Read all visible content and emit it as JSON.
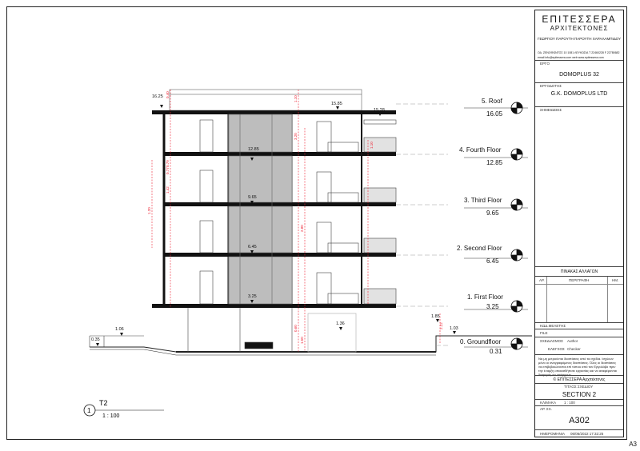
{
  "firm": {
    "name_line1": "ΕΠΙΤΕΣΣΕΡΑ",
    "name_line2": "ΑΡΧΙΤΕΚΤΟΝΕΣ",
    "partners": "ΓΕΩΡΓΙΟΥ ΠΑΡΟΥΤΗ ΠΑΡΟΥΤΗ ΧΑΡΑΛΑΜΠΙΔΟΥ",
    "address": "ΟΔ. ΖΕΝΟΦΩΝΤΟΣ 10 1081 ΛΕΥΚΩΣΙΑ   T 22460228   F 22780682",
    "contact": "email  info@epitessera.com        web   www.epitessera.com"
  },
  "title_block": {
    "project_label": "ΕΡΓΟ",
    "project": "DOMOPLUS 32",
    "client_label": "ΕΡΓΟΔΟΤΗΣ",
    "client": "G.K. DOMOPLUS LTD",
    "notes_label": "ΣΗΜΕΙΩΣΕΙΣ",
    "revisions_title": "ΠΙΝΑΚΑΣ ΑΛΛΑΓΩΝ",
    "rev_col_no": "ΑΡ.",
    "rev_col_desc": "ΠΕΡΙΓΡΑΦΗ",
    "rev_col_date": "ΗΜ.",
    "code_label": "ΚΩΔ.ΜΕΛΕΤΗΣ",
    "file_label": "FILE",
    "drawn_label": "ΣΧΕΔΙΑΣΜΟΣ",
    "drawn": "Author",
    "checked_label": "ΕΛΕΓΧΟΣ",
    "checked": "Checker",
    "copyright_note": "Να μη μετρούνται διαστάσεις από τα σχέδια. Ισχύουν μόνο οι αναγραφόμενες διαστάσεις. Όλες οι διαστάσεις να επιβεβαιώνονται επί τόπου από τον Εργολάβο πριν την έναρξη οποιασδήποτε εργασίας και να αναφέρονται διαφορές αν υπάρχουν.",
    "copyright": "© ΕΠΙΤΕΣΣΕΡΑ Αρχιτέκτονες",
    "drawing_title_label": "ΤΙΤΛΟΣ ΣΧΕΔΙΟΥ",
    "drawing_title": "SECTION 2",
    "scale_label": "ΚΛΙΜΑΚΑ",
    "scale": "1 : 100",
    "number_label": "ΑΡ. ΣΧ.",
    "sheet_no": "A302",
    "date_label": "ΗΜΕΡΟΜΗΝΙΑ",
    "date": "06/06/2022 17:32:25"
  },
  "levels": [
    {
      "name": "5. Roof",
      "elev": "16.05"
    },
    {
      "name": "4. Fourth Floor",
      "elev": "12.85"
    },
    {
      "name": "3. Third Floor",
      "elev": "9.65"
    },
    {
      "name": "2. Second Floor",
      "elev": "6.45"
    },
    {
      "name": "1. First Floor",
      "elev": "3.25"
    },
    {
      "name": "0. Groundfloor",
      "elev": "0.31"
    }
  ],
  "spot_levels": {
    "roof_top": "16.25",
    "parapet": "15.85",
    "balcony_roof": "15.28",
    "f4": "12.85",
    "f3": "9.65",
    "f2": "6.45",
    "f1": "3.25",
    "ground_left": "1.06",
    "ground_far_left": "0.35",
    "ground_mid": "1.36",
    "ground_right1": "1.85",
    "ground_right2": "1.03"
  },
  "dims": {
    "d040": "0.40",
    "d110": "1.10",
    "d110b": "1.10",
    "d320": "3.20",
    "d120": "1.20",
    "d142": "1.42",
    "d077": "0.77",
    "d079": "0.79",
    "d280": "2.80",
    "d222": "2.22",
    "d060": "0.60",
    "d150": "1.50"
  },
  "view_tag": {
    "number": "1",
    "name": "T2",
    "scale": "1 : 100"
  },
  "sheet_size": "A3"
}
